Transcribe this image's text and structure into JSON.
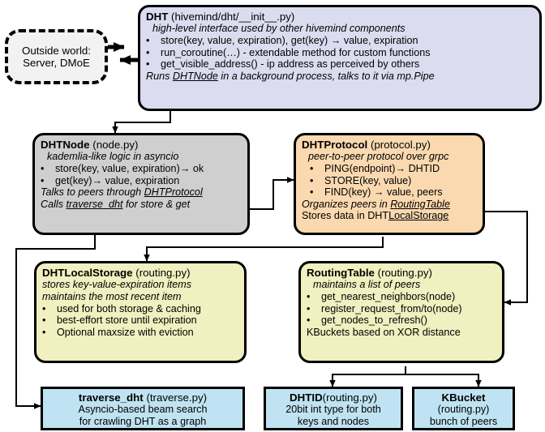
{
  "diagram": {
    "title": "hivemind DHT architecture",
    "colors": {
      "dht": "#dcdcf0",
      "dhtnode": "#cfcfcf",
      "dhtprotocol": "#fad9b0",
      "storage": "#f0f0c0",
      "routing": "#f0f0c0",
      "leaf": "#bfe3f2",
      "outside": "#f2f2f2",
      "stroke": "#000000"
    }
  },
  "outside_world": {
    "line1": "Outside world:",
    "line2": "Server, DMoE"
  },
  "dht": {
    "name": "DHT",
    "module": "(hivemind/dht/__init__.py)",
    "subtitle": "high-level interface used by other hivemind components",
    "bullets": [
      "store(key, value, expiration), get(key) →  value, expiration",
      "run_coroutine(…) - extendable method for custom functions",
      "get_visible_address() - ip address as perceived by others"
    ],
    "footer_pre": "Runs ",
    "footer_link": "DHTNode",
    "footer_post": " in a background process, talks to it via mp.Pipe"
  },
  "dhtnode": {
    "name": "DHTNode",
    "module": "(node.py)",
    "subtitle": "kademlia-like logic in asyncio",
    "bullets": [
      "store(key, value, expiration)→ ok",
      "get(key)→ value, expiration"
    ],
    "footer1_pre": "Talks to peers through ",
    "footer1_link": "DHTProtocol",
    "footer2_pre": "Calls ",
    "footer2_link": "traverse_dht",
    "footer2_post": " for store & get"
  },
  "dhtprotocol": {
    "name": "DHTProtocol",
    "module": "(protocol.py)",
    "subtitle": "peer-to-peer protocol over grpc",
    "bullets": [
      "PING(endpoint)→ DHTID",
      "STORE(key, value)",
      "FIND(key) →  value, peers"
    ],
    "footer1_pre": "Organizes peers in ",
    "footer1_link": "RoutingTable",
    "footer2_pre": "Stores data in DHT",
    "footer2_link": "LocalStorage"
  },
  "dhtlocalstorage": {
    "name": "DHTLocalStorage",
    "module": "(routing.py)",
    "subtitle1": "stores key-value-expiration items",
    "subtitle2": "maintains the most recent item",
    "bullets": [
      "used for both storage & caching",
      "best-effort store until expiration",
      "Optional maxsize with eviction"
    ]
  },
  "routingtable": {
    "name": "RoutingTable",
    "module": "(routing.py)",
    "subtitle": "maintains a list of peers",
    "bullets": [
      "get_nearest_neighbors(node)",
      "register_request_from/to(node)",
      "get_nodes_to_refresh()"
    ],
    "footer": "KBuckets based on XOR distance"
  },
  "traverse_dht": {
    "name": "traverse_dht",
    "module": "(traverse.py)",
    "line1": "Asyncio-based beam search",
    "line2": "for crawling DHT as a graph"
  },
  "dhtid": {
    "name": "DHTID",
    "module": "(routing.py)",
    "line1": "20bit int type for both",
    "line2": "keys and nodes"
  },
  "kbucket": {
    "name": "KBucket",
    "module": "(routing.py)",
    "line1": "bunch of peers"
  },
  "edges": [
    {
      "id": "outside-to-dht",
      "from": "outside_world",
      "to": "dht",
      "direction": "right"
    },
    {
      "id": "dht-to-outside",
      "from": "dht",
      "to": "outside_world",
      "direction": "left"
    },
    {
      "id": "dht-to-dhtnode",
      "from": "dht",
      "to": "dhtnode",
      "direction": "down"
    },
    {
      "id": "dhtnode-to-dhtprotocol",
      "from": "dhtnode",
      "to": "dhtprotocol",
      "direction": "right"
    },
    {
      "id": "dhtnode-to-dhtlocalstorage",
      "from": "dhtnode",
      "to": "dhtlocalstorage",
      "direction": "down"
    },
    {
      "id": "dhtnode-to-traverse-dht",
      "from": "dhtnode",
      "to": "traverse_dht",
      "direction": "down-right"
    },
    {
      "id": "dhtprotocol-to-dhtlocalstorage",
      "from": "dhtprotocol",
      "to": "dhtlocalstorage",
      "direction": "left-down"
    },
    {
      "id": "dhtprotocol-to-routingtable",
      "from": "dhtprotocol",
      "to": "routingtable",
      "direction": "right-down-left"
    },
    {
      "id": "routingtable-to-dhtid",
      "from": "routingtable",
      "to": "dhtid",
      "direction": "down-left"
    },
    {
      "id": "routingtable-to-kbucket",
      "from": "routingtable",
      "to": "kbucket",
      "direction": "down-right"
    }
  ]
}
